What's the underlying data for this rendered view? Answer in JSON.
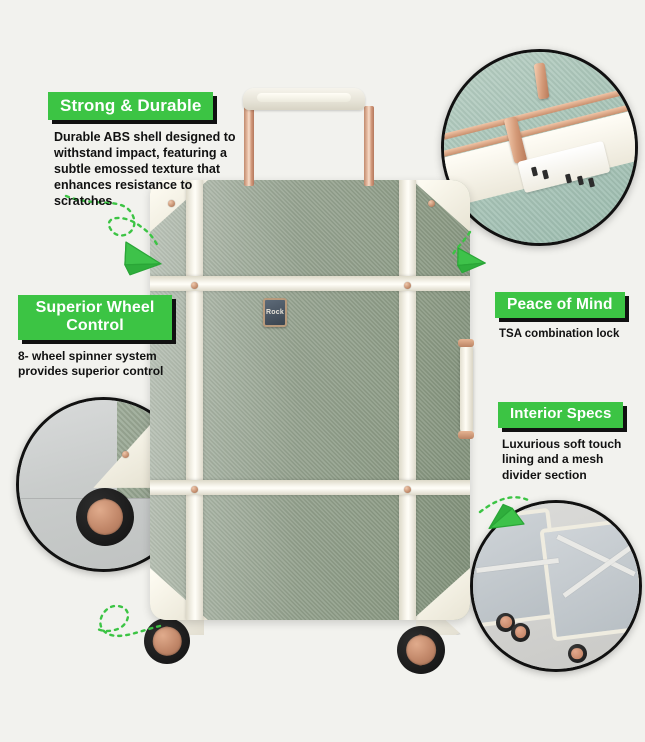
{
  "meta": {
    "product_brand": "Rock",
    "accent_green": "#3cc444",
    "shell_color": "#93a18d",
    "strap_color": "#fffdf5",
    "hardware_color": "#c2886a",
    "background": "#f2f2ee"
  },
  "features": [
    {
      "id": "strong-durable",
      "title": "Strong & Durable",
      "body": "Durable ABS shell designed to withstand impact, featuring a subtle emossed texture that enhances resistance to scratches"
    },
    {
      "id": "superior-wheel-control",
      "title": "Superior Wheel Control",
      "body": "8- wheel spinner system provides superior control"
    },
    {
      "id": "peace-of-mind",
      "title": "Peace of Mind",
      "body": "TSA combination lock"
    },
    {
      "id": "interior-specs",
      "title": "Interior Specs",
      "body": "Luxurious soft touch lining and a mesh divider section"
    }
  ],
  "callouts": [
    {
      "id": "lock-closeup",
      "subject": "TSA combination lock with rose gold zip pullers"
    },
    {
      "id": "wheel-closeup",
      "subject": "Rose gold spinner wheel on floor"
    },
    {
      "id": "interior-closeup",
      "subject": "Open suitcase interior with grey lining and cross straps"
    }
  ],
  "product": {
    "badge_text": "Rock",
    "type": "vintage trunk hard shell suitcase"
  }
}
